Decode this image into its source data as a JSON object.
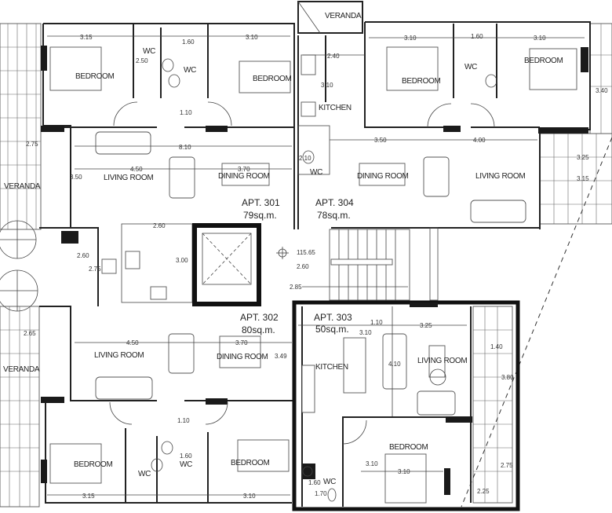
{
  "apartments": [
    {
      "name": "APT. 301",
      "area": "79sq.m."
    },
    {
      "name": "APT. 304",
      "area": "78sq.m."
    },
    {
      "name": "APT. 302",
      "area": "80sq.m."
    },
    {
      "name": "APT. 303",
      "area": "50sq.m."
    }
  ],
  "rooms": {
    "bedroom": "BEDROOM",
    "wc": "WC",
    "living": "LIVING ROOM",
    "dining": "DINING ROOM",
    "kitchen": "KITCHEN",
    "veranda": "VERANDA"
  },
  "dims": [
    "3.15",
    "1.60",
    "3.10",
    "2.50",
    "1.10",
    "2.75",
    "8.10",
    "4.50",
    "3.70",
    "3.50",
    "2.60",
    "2.40",
    "3.10",
    "3.10",
    "1.60",
    "3.10",
    "2.10",
    "3.50",
    "4.00",
    "3.25",
    "3.15",
    "3.40",
    "115.65",
    "2.60",
    "2.85",
    "2.60",
    "2.75",
    "3.00",
    "2.65",
    "4.50",
    "3.70",
    "3.49",
    "1.10",
    "1.60",
    "3.15",
    "3.10",
    "3.10",
    "1.10",
    "3.25",
    "4.10",
    "1.40",
    "3.80",
    "3.10",
    "3.10",
    "2.75",
    "2.25",
    "1.60",
    "1.70"
  ]
}
